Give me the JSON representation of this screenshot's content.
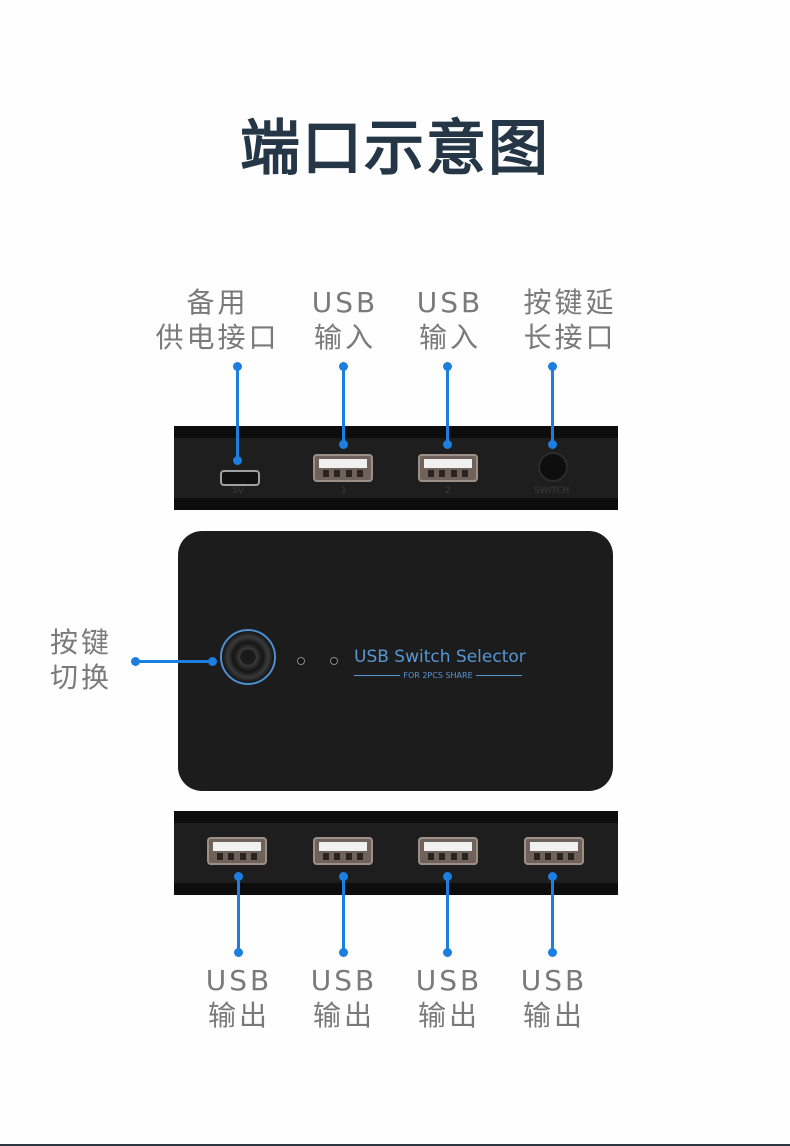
{
  "title": "端口示意图",
  "accent_color": "#1c7fe0",
  "top_labels": [
    {
      "line1": "备用",
      "line2": "供电接口"
    },
    {
      "line1": "USB",
      "line2": "输入"
    },
    {
      "line1": "USB",
      "line2": "输入"
    },
    {
      "line1": "按键延",
      "line2": "长接口"
    }
  ],
  "top_port_marks": [
    "5V",
    "1",
    "2",
    "SWITCH"
  ],
  "side_label": {
    "line1": "按键",
    "line2": "切换"
  },
  "device": {
    "brand": "USB Switch Selector",
    "subtitle": "FOR 2PCS SHARE"
  },
  "bottom_labels": [
    {
      "line1": "USB",
      "line2": "输出"
    },
    {
      "line1": "USB",
      "line2": "输出"
    },
    {
      "line1": "USB",
      "line2": "输出"
    },
    {
      "line1": "USB",
      "line2": "输出"
    }
  ]
}
